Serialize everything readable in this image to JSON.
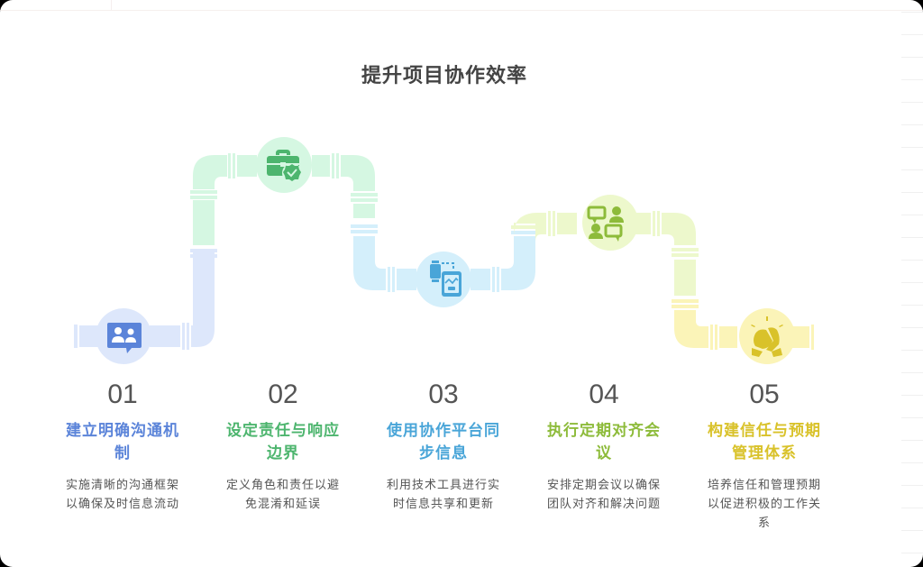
{
  "title": "提升项目协作效率",
  "colors": {
    "step1": "#5b84d9",
    "step2": "#4db56e",
    "step3": "#49a5d8",
    "step4": "#8dbb3a",
    "step5": "#d9c22a",
    "pipe1": "#dde7fb",
    "pipe2": "#d5f7e2",
    "pipe3": "#d4effb",
    "pipe4": "#edf8cc",
    "pipe5": "#fbf4b8"
  },
  "steps": [
    {
      "number": "01",
      "heading_line1": "建立明确沟通机",
      "heading_line2": "制",
      "desc_line1": "实施清晰的沟通框架",
      "desc_line2": "以确保及时信息流动",
      "desc_line3": "",
      "icon": "chat-users-icon"
    },
    {
      "number": "02",
      "heading_line1": "设定责任与响应",
      "heading_line2": "边界",
      "desc_line1": "定义角色和责任以避",
      "desc_line2": "免混淆和延误",
      "desc_line3": "",
      "icon": "briefcase-check-icon"
    },
    {
      "number": "03",
      "heading_line1": "使用协作平台同",
      "heading_line2": "步信息",
      "desc_line1": "利用技术工具进行实",
      "desc_line2": "时信息共享和更新",
      "desc_line3": "",
      "icon": "device-sync-icon"
    },
    {
      "number": "04",
      "heading_line1": "执行定期对齐会",
      "heading_line2": "议",
      "desc_line1": "安排定期会议以确保",
      "desc_line2": "团队对齐和解决问题",
      "desc_line3": "",
      "icon": "meeting-chat-icon"
    },
    {
      "number": "05",
      "heading_line1": "构建信任与预期",
      "heading_line2": "管理体系",
      "desc_line1": "培养信任和管理预期",
      "desc_line2": "以促进积极的工作关",
      "desc_line3": "系",
      "icon": "handshake-icon"
    }
  ]
}
